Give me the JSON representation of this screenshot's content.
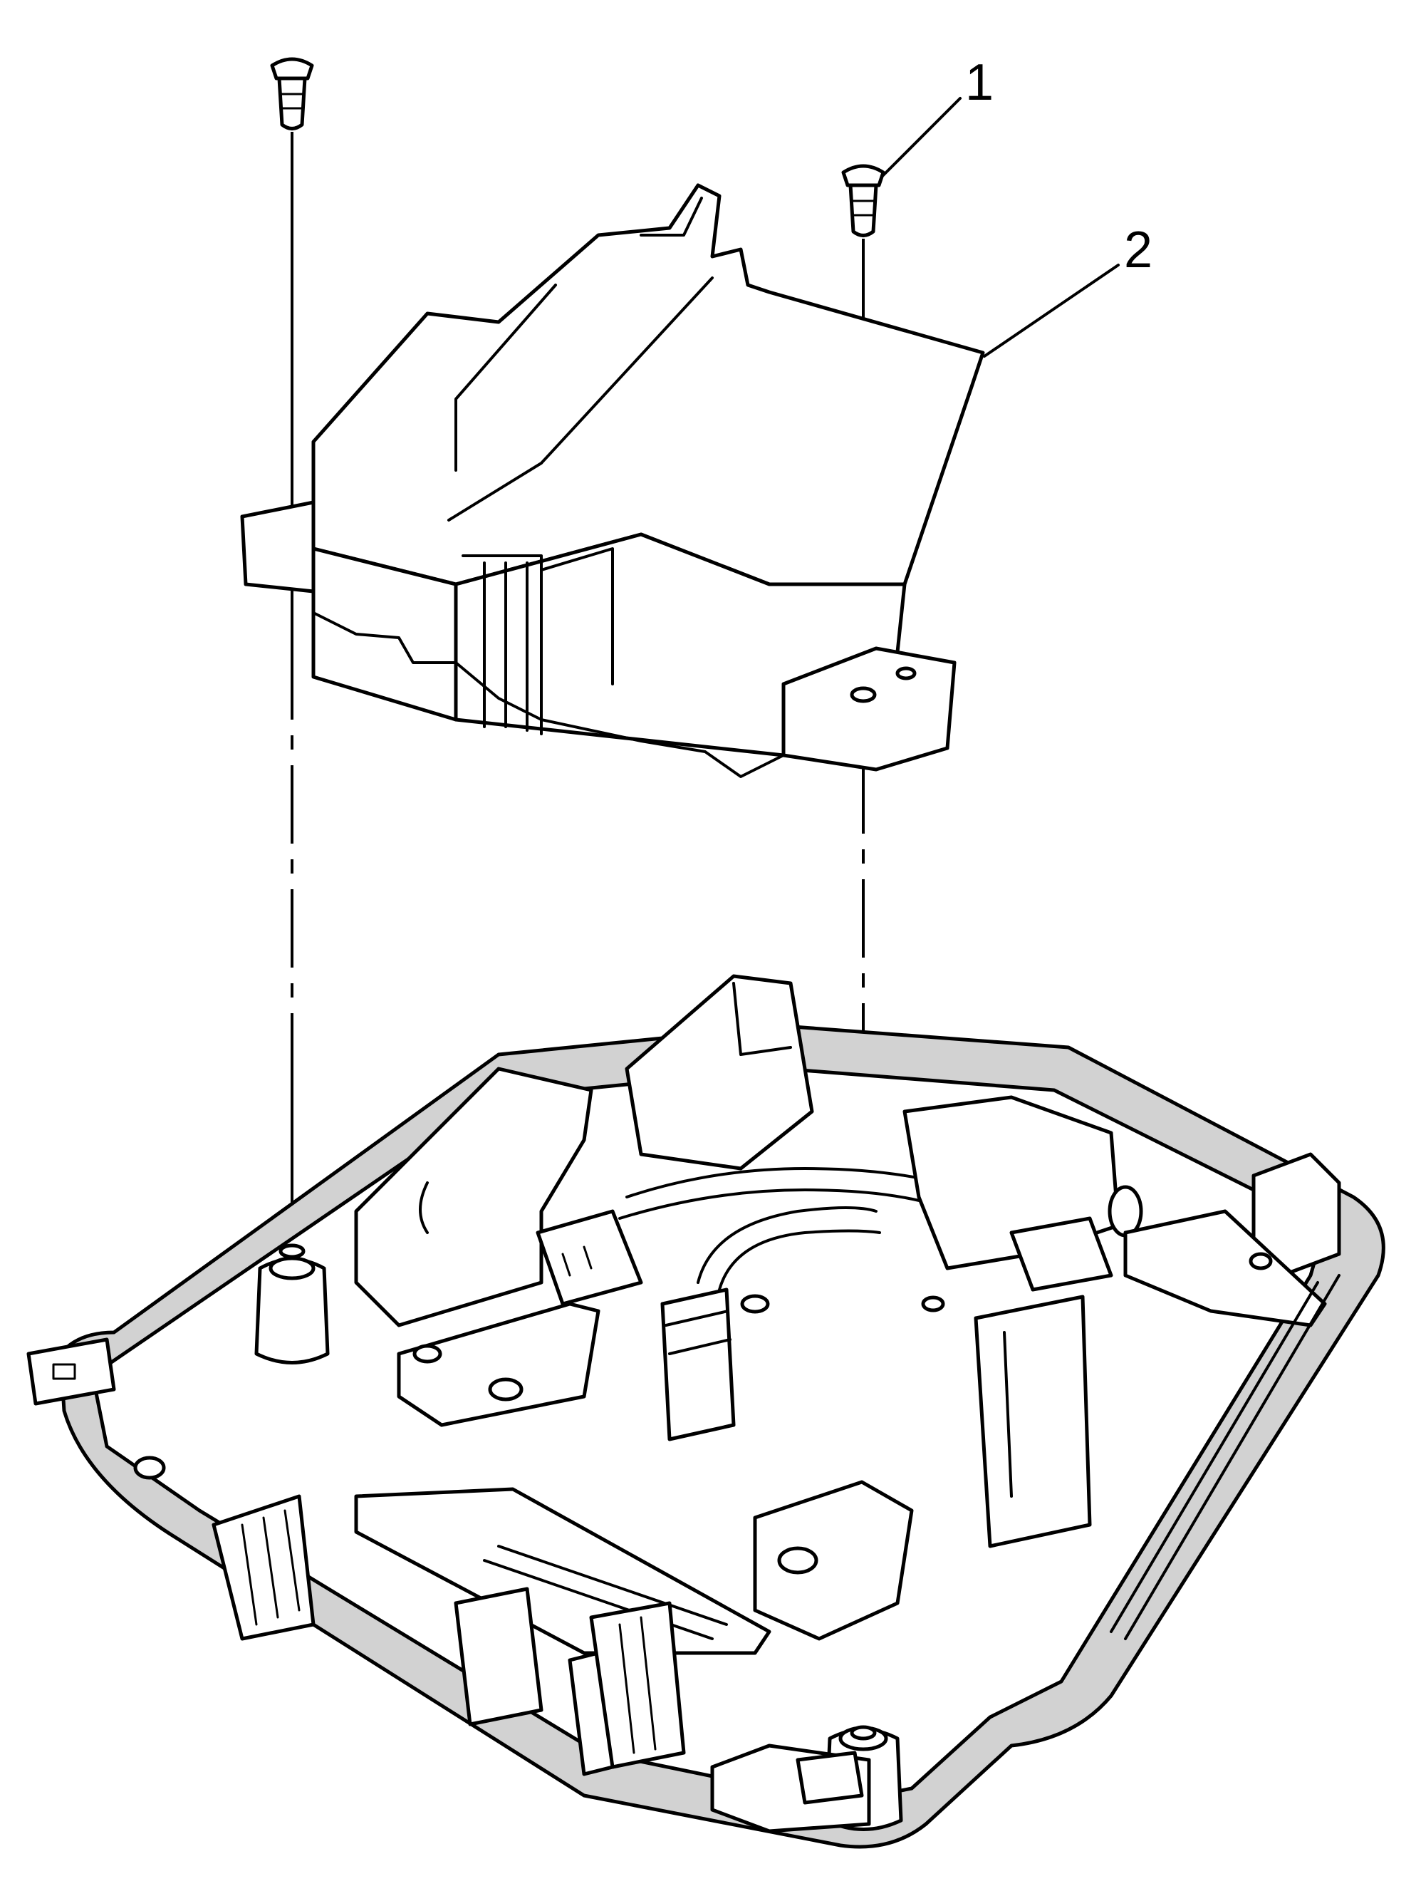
{
  "callouts": [
    {
      "id": "1",
      "label": "1"
    },
    {
      "id": "2",
      "label": "2"
    }
  ],
  "parts": {
    "fastener": "push-pin-fastener",
    "module": "electronic-module",
    "base": "overhead-console-base"
  },
  "colors": {
    "line": "#000000",
    "background": "#ffffff",
    "bezel": "#d2d2d2"
  }
}
